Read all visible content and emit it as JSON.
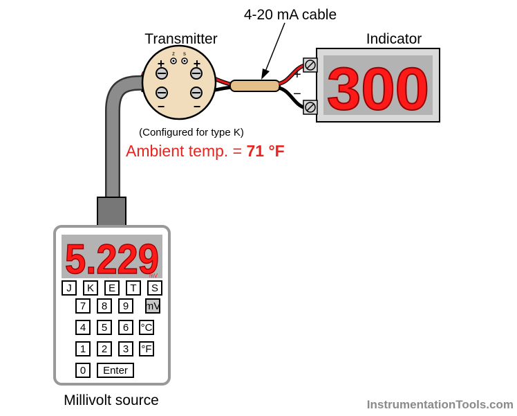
{
  "labels": {
    "cable": "4-20 mA cable",
    "transmitter": "Transmitter",
    "indicator": "Indicator",
    "configured": "(Configured for type K)",
    "ambient_prefix": "Ambient temp. = ",
    "ambient_value": "71 °F",
    "source": "Millivolt source",
    "watermark": "InstrumentationTools.com"
  },
  "transmitter": {
    "zero_label": "z",
    "span_label": "s",
    "plus_sign": "+",
    "minus_sign": "−"
  },
  "indicator": {
    "display": "300",
    "plus_sign": "+",
    "minus_sign": "−"
  },
  "millivolt_source": {
    "display": "5.229",
    "unit": "mV",
    "keys": [
      [
        "J",
        "K",
        "E",
        "T",
        "S"
      ],
      [
        "7",
        "8",
        "9",
        "mV"
      ],
      [
        "4",
        "5",
        "6",
        "°C"
      ],
      [
        "1",
        "2",
        "3",
        "°F"
      ],
      [
        "0",
        "Enter"
      ]
    ]
  },
  "colors": {
    "led_red": "#ff1a1a",
    "led_bg": "#b3b3b3",
    "ambient_red": "#e8241f",
    "wire_red": "#e01a1a",
    "cable_tan": "#e3c08a",
    "watermark": "#8a8a8a"
  }
}
